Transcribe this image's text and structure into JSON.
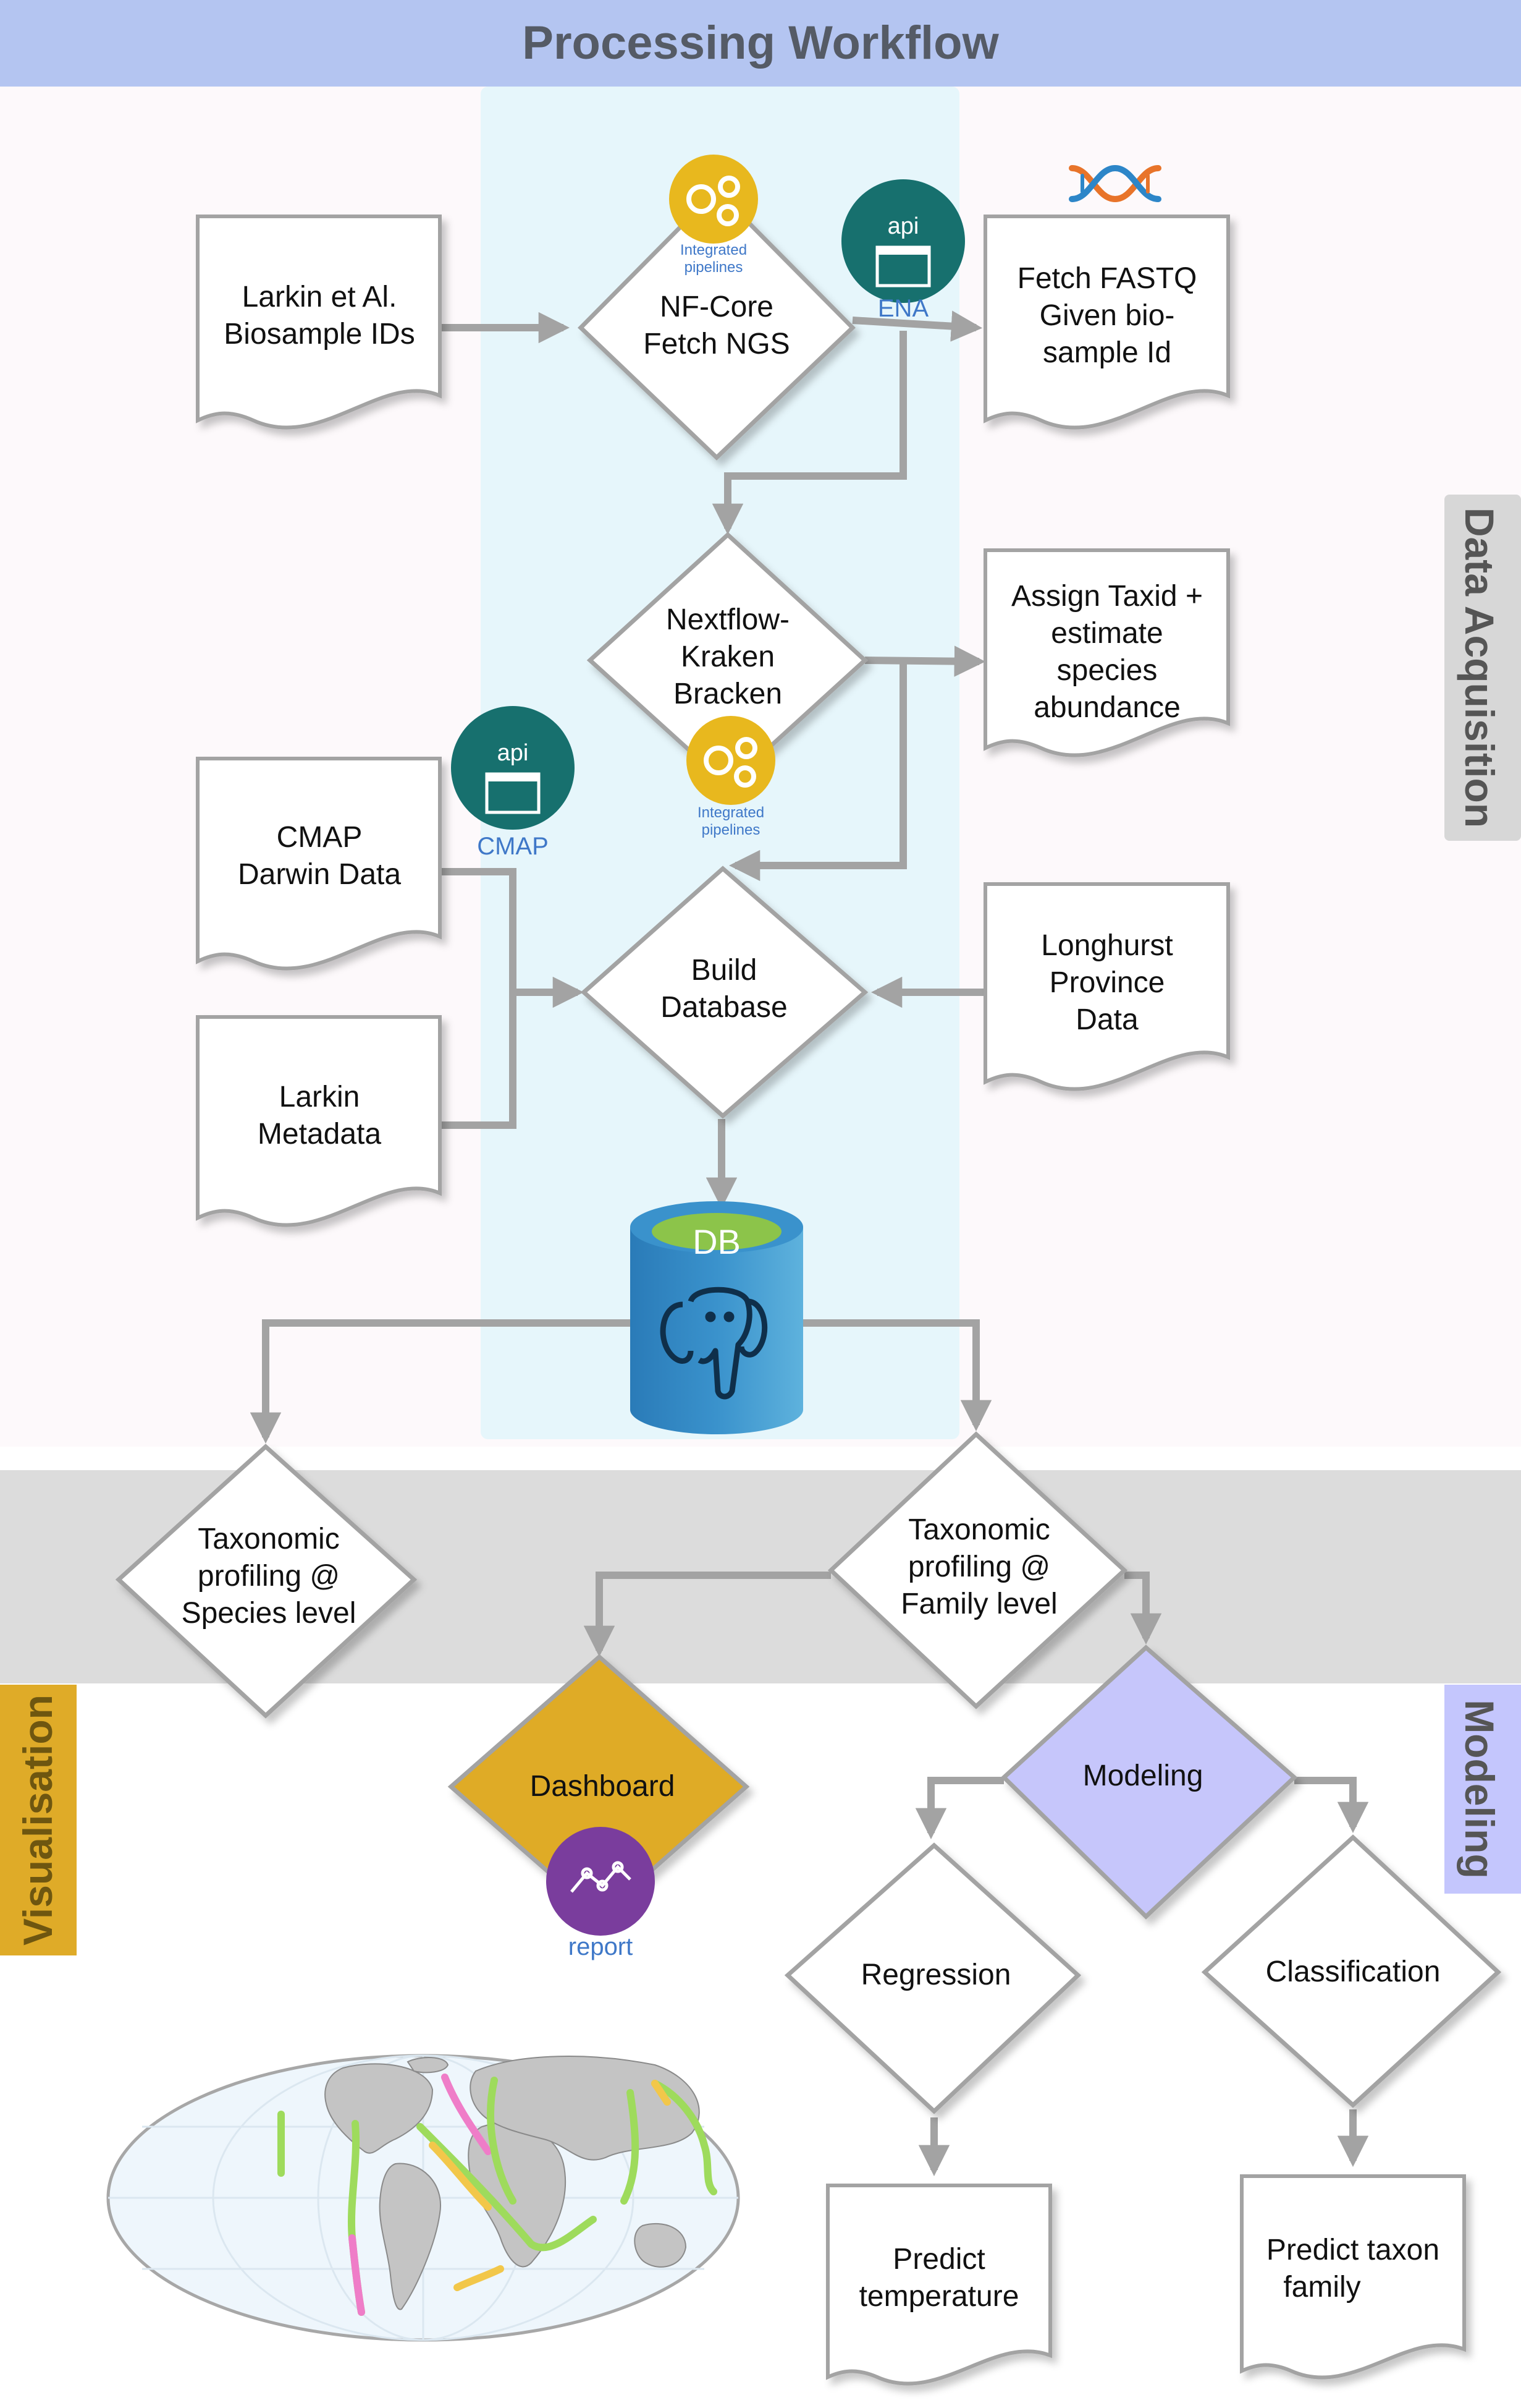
{
  "title": "Processing Workflow",
  "sections": {
    "data_acquisition": "Data Acquisition",
    "visualisation": "Visualisation",
    "modeling": "Modeling"
  },
  "nodes": {
    "larkin_ids": [
      "Larkin et Al.",
      "Biosample IDs"
    ],
    "nfcore": [
      "NF-Core",
      "Fetch NGS"
    ],
    "fetch_fastq": [
      "Fetch FASTQ",
      "Given bio-",
      "sample Id"
    ],
    "kraken": [
      "Nextflow-",
      "Kraken",
      "Bracken"
    ],
    "assign_taxid": [
      "Assign Taxid +",
      "estimate",
      "species",
      "abundance"
    ],
    "cmap": [
      "CMAP",
      "Darwin Data"
    ],
    "build_db": [
      "Build",
      "Database"
    ],
    "longhurst": [
      "Longhurst",
      "Province",
      "Data"
    ],
    "larkin_meta": [
      "Larkin",
      "Metadata"
    ],
    "db": "DB",
    "tax_species": [
      "Taxonomic",
      "profiling @",
      "Species level"
    ],
    "tax_family": [
      "Taxonomic",
      "profiling @",
      "Family level"
    ],
    "dashboard": "Dashboard",
    "modeling": "Modeling",
    "regression": "Regression",
    "classification": "Classification",
    "predict_temp": [
      "Predict",
      "temperature"
    ],
    "predict_taxon": [
      "Predict taxon",
      "family"
    ]
  },
  "badges": {
    "integrated": [
      "Integrated",
      "pipelines"
    ],
    "api": "api",
    "ena": "ENA",
    "cmap": "CMAP",
    "report": "report"
  },
  "colors": {
    "title_band": "#b4c5f1",
    "pipeline_band": "#e6f6fb",
    "acquisition_bg": "#fdf9fb",
    "taxonomy_band": "#dcdcdc",
    "acquisition_tab": "#d7d7d7",
    "visualisation_tab": "#dfab28",
    "modeling_tab": "#c4c6fd",
    "dashboard": "#dfab28",
    "modeling_node": "#c6c6fb",
    "api_badge": "#17706e",
    "pipeline_badge": "#e8b81e",
    "report_badge": "#7a3d9d",
    "db_cylinder": "#3588c4",
    "db_top": "#8cc44a",
    "connector": "#a3a3a3"
  }
}
